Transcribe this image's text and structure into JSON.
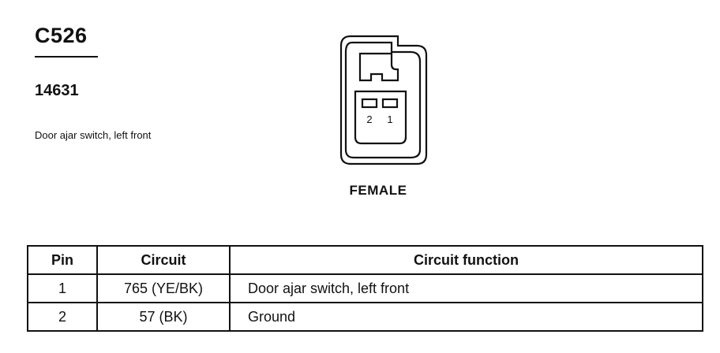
{
  "connector": {
    "id": "C526",
    "part_number": "14631",
    "description": "Door ajar switch, left front",
    "gender": "FEMALE",
    "cavity_labels": [
      "2",
      "1"
    ]
  },
  "table": {
    "headers": [
      "Pin",
      "Circuit",
      "Circuit function"
    ],
    "rows": [
      {
        "pin": "1",
        "circuit": "765 (YE/BK)",
        "function": "Door ajar switch, left front"
      },
      {
        "pin": "2",
        "circuit": "57 (BK)",
        "function": "Ground"
      }
    ]
  }
}
